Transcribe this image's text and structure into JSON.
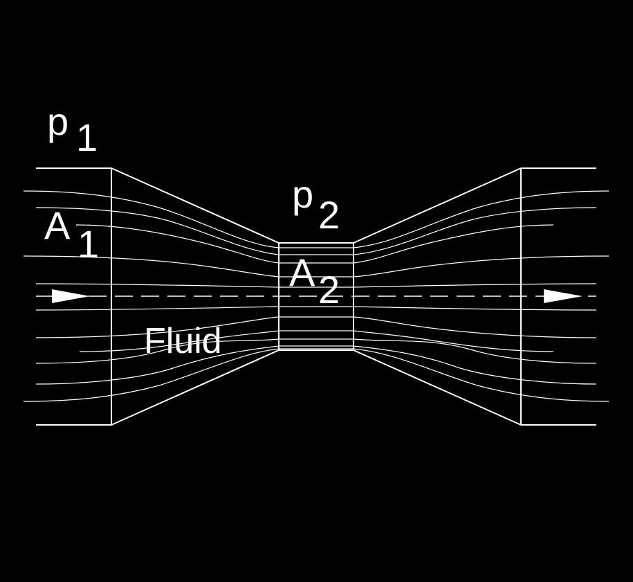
{
  "diagram": {
    "labels": {
      "p1_main": "p",
      "p1_sub": "1",
      "a1_main": "A",
      "a1_sub": "1",
      "p2_main": "p",
      "p2_sub": "2",
      "a2_main": "A",
      "a2_sub": "2",
      "fluid": "Fluid"
    },
    "colors": {
      "background": "#000000",
      "lines": "#ffffff"
    }
  }
}
